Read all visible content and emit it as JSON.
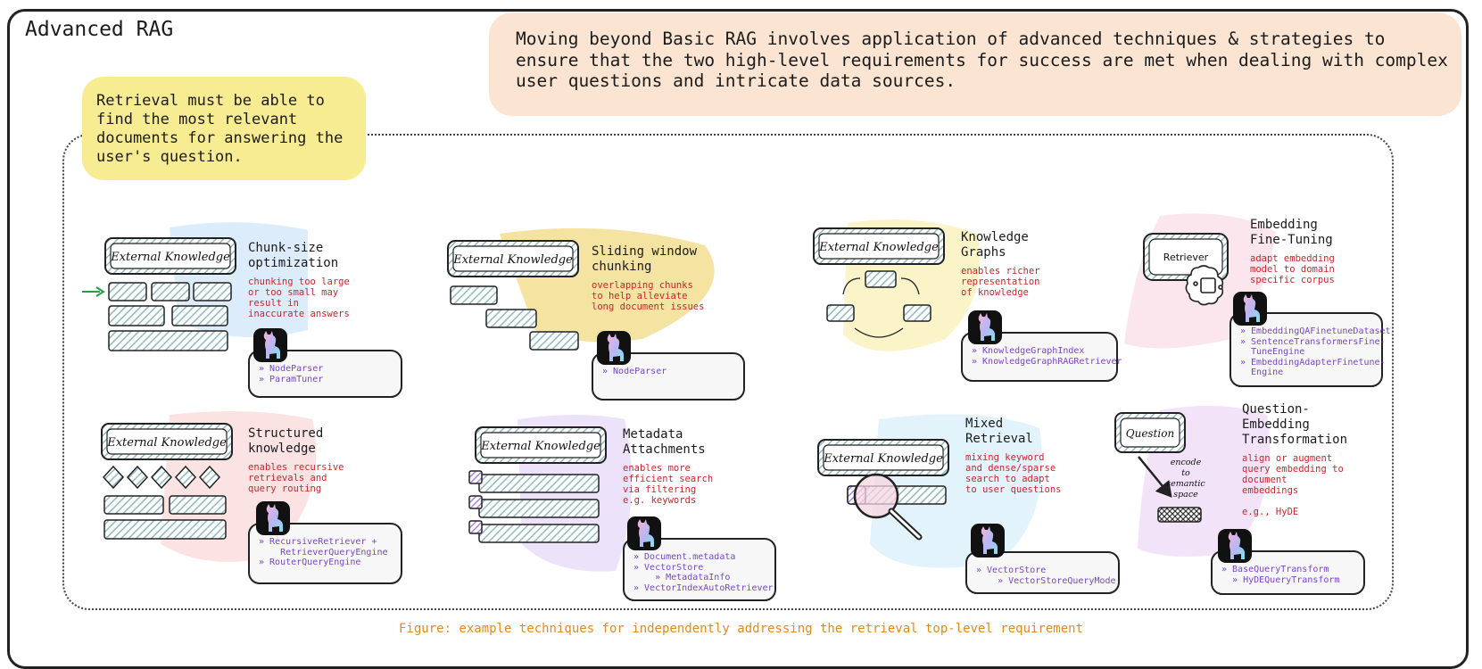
{
  "title": "Advanced RAG",
  "intro": "Moving beyond Basic RAG involves application of advanced techniques & strategies to ensure that the two high-level requirements for success are met when dealing with complex user questions and intricate data sources.",
  "retrieval_note": "Retrieval must be able to find the most relevant documents for answering the user's question.",
  "caption": "Figure: example techniques for independently addressing the retrieval top-level requirement",
  "labels": {
    "external_knowledge": "External Knowledge",
    "retriever": "Retriever",
    "question": "Question",
    "encode": "encode to semantic space"
  },
  "techniques": [
    {
      "title": "Chunk-size optimization",
      "description": "chunking too large or too small may result in inaccurate answers",
      "classes": [
        "» NodeParser",
        "» ParamTuner"
      ]
    },
    {
      "title": "Sliding window chunking",
      "description": "overlapping chunks to help alleviate long document issues",
      "classes": [
        "» NodeParser"
      ]
    },
    {
      "title": "Knowledge Graphs",
      "description": "enables richer representation of knowledge",
      "classes": [
        "» KnowledgeGraphIndex",
        "» KnowledgeGraphRAGRetriever"
      ]
    },
    {
      "title": "Embedding Fine-Tuning",
      "description": "adapt embedding model to domain specific corpus",
      "classes": [
        "» EmbeddingQAFinetuneDataset",
        "» SentenceTransformersFine-",
        "  TuneEngine",
        "» EmbeddingAdapterFinetune-",
        "  Engine"
      ]
    },
    {
      "title": "Structured knowledge",
      "description": "enables recursive retrievals and query routing",
      "classes": [
        "» RecursiveRetriever +",
        "    RetrieverQueryEngine",
        "» RouterQueryEngine"
      ]
    },
    {
      "title": "Metadata Attachments",
      "description": "enables more efficient search via filtering e.g. keywords",
      "classes": [
        "» Document.metadata",
        "» VectorStore",
        "    » MetadataInfo",
        "» VectorIndexAutoRetriever"
      ]
    },
    {
      "title": "Mixed Retrieval",
      "description": "mixing keyword and dense/sparse search to adapt to user questions",
      "classes": [
        "» VectorStore",
        "    » VectorStoreQueryMode"
      ]
    },
    {
      "title": "Question-Embedding Transformation",
      "description": "align or augment query embedding to document embeddings\n\ne.g., HyDE",
      "classes": [
        "» BaseQueryTransform",
        "  » HyDEQueryTransform"
      ]
    }
  ],
  "colors": {
    "intro_bg": "#fbe5d2",
    "note_bg": "#f8ec93",
    "accent_red": "#c8272a",
    "class_purple": "#7744cc",
    "caption_orange": "#e38a1c",
    "hatch_teal": "#9cc3c9"
  },
  "icons": [
    "green-arrow-icon",
    "llama-icon",
    "brain-chip-icon",
    "magnifier-icon"
  ]
}
